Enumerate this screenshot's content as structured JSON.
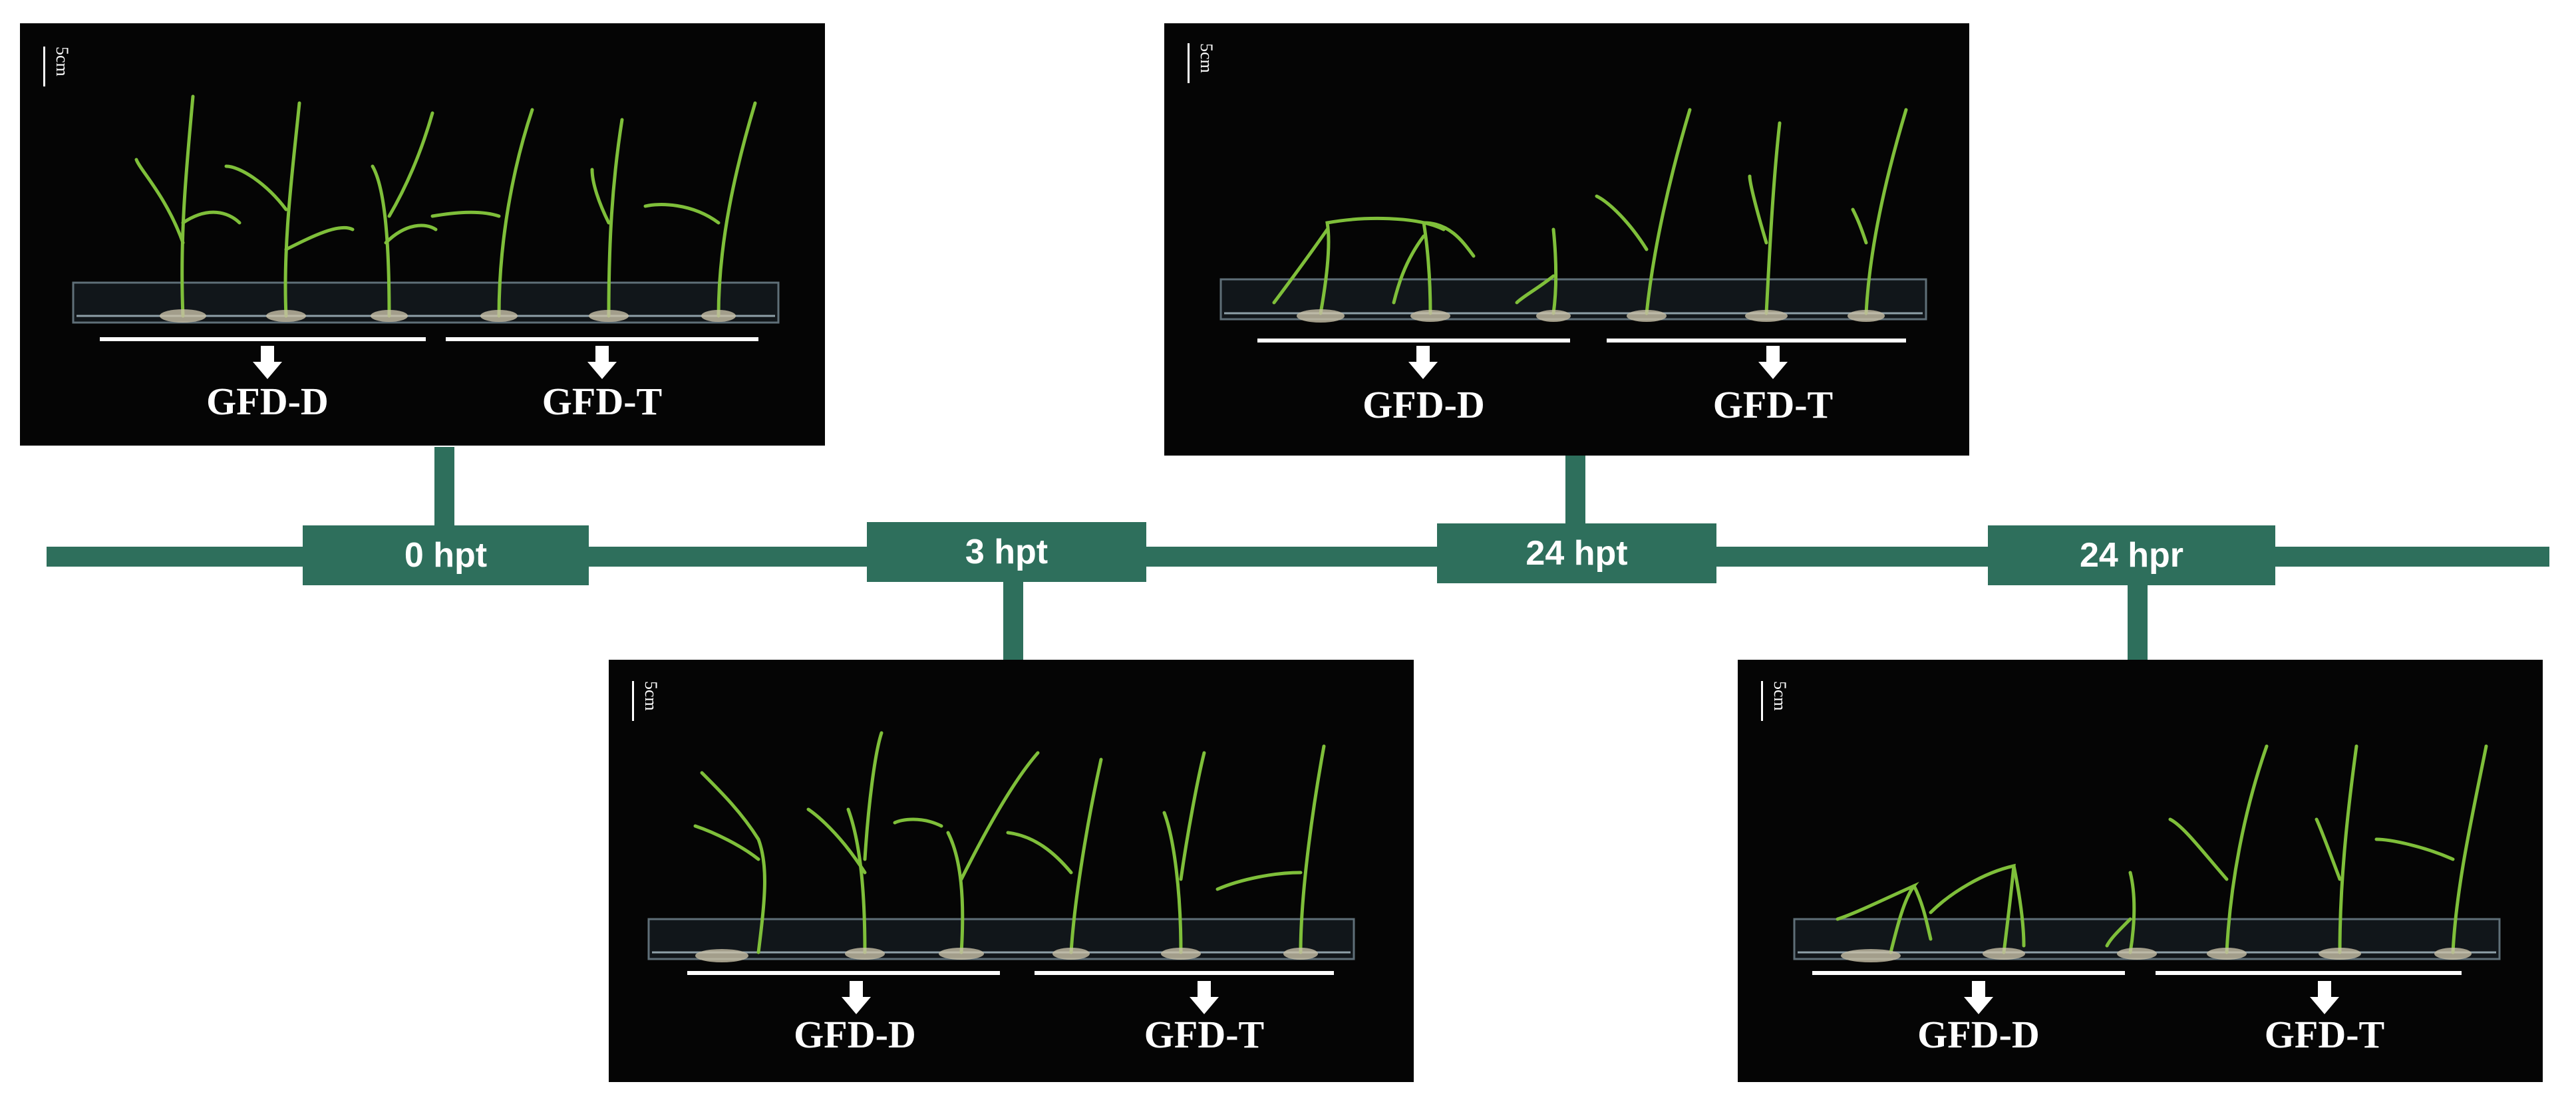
{
  "colors": {
    "accent": "#2e6f5c",
    "panel_bg": "#050505",
    "leaf": "#7fbf3a",
    "text": "#ffffff"
  },
  "timeline": {
    "points": [
      {
        "label": "0 hpt"
      },
      {
        "label": "3 hpt"
      },
      {
        "label": "24 hpt"
      },
      {
        "label": "24 hpr"
      }
    ]
  },
  "panels": [
    {
      "scale_label": "5cm",
      "group_left": "GFD-D",
      "group_right": "GFD-T"
    },
    {
      "scale_label": "5cm",
      "group_left": "GFD-D",
      "group_right": "GFD-T"
    },
    {
      "scale_label": "5cm",
      "group_left": "GFD-D",
      "group_right": "GFD-T"
    },
    {
      "scale_label": "5cm",
      "group_left": "GFD-D",
      "group_right": "GFD-T"
    }
  ],
  "icons": [
    "down-arrow-icon"
  ]
}
